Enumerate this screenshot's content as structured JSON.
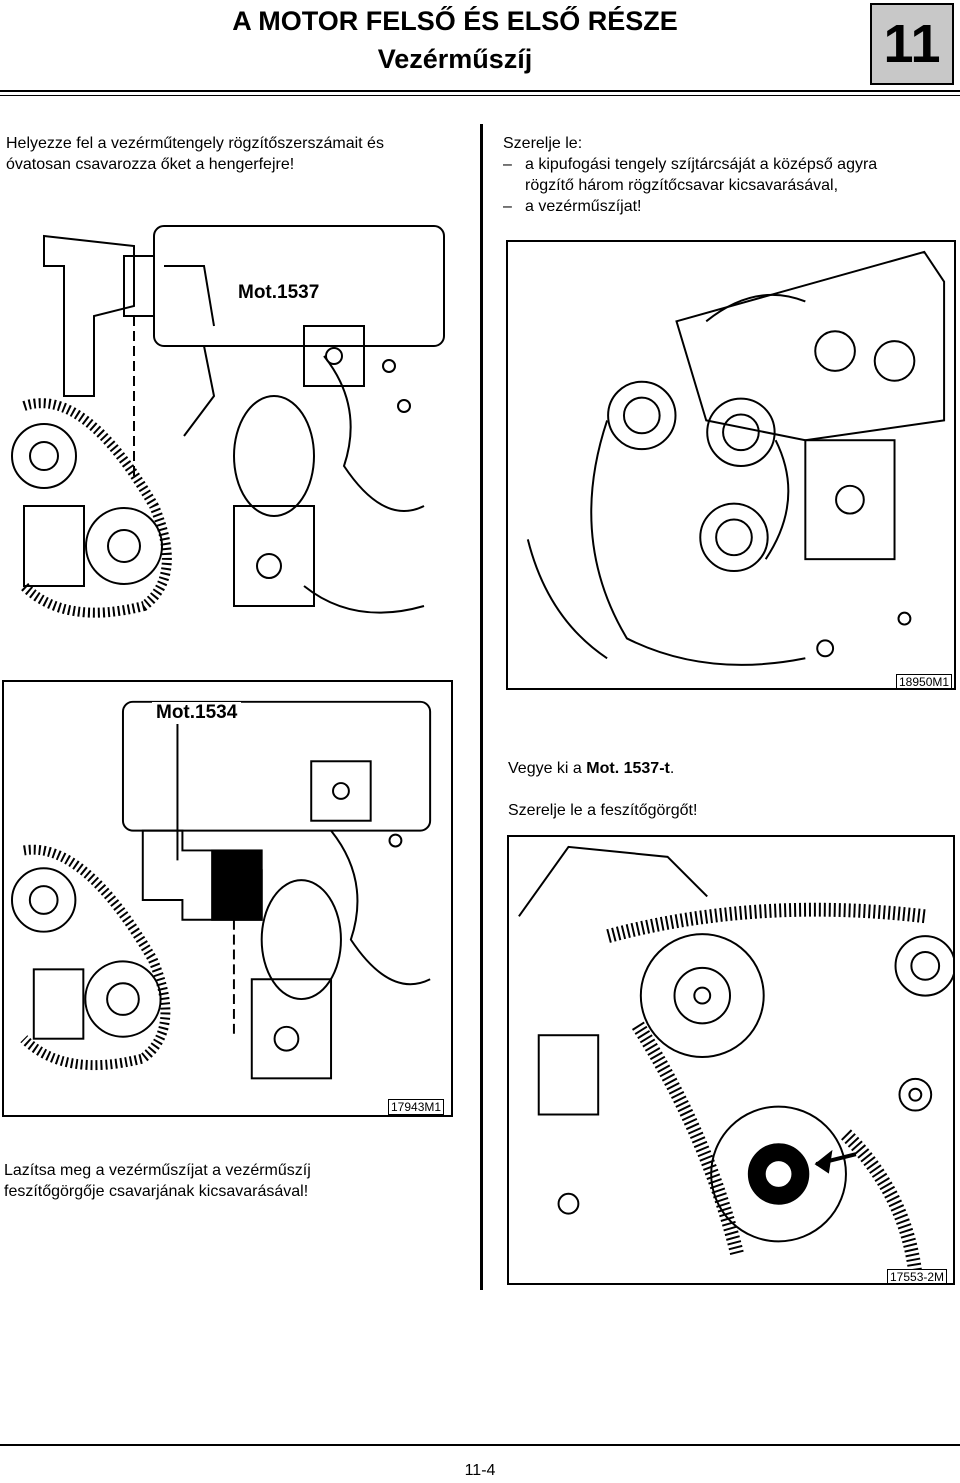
{
  "header": {
    "title": "A MOTOR FELSŐ ÉS ELSŐ RÉSZE",
    "subtitle": "Vezérműszíj",
    "chapter": "11"
  },
  "left": {
    "intro_line1": "Helyezze fel a vezérműtengely rögzítőszerszámait és",
    "intro_line2": "óvatosan csavarozza őket a hengerfejre!",
    "fig1_tool": "Mot.1537",
    "fig2_tool": "Mot.1534",
    "fig2_ref": "17943M1",
    "bottom_line1": "Lazítsa meg a vezérműszíjat a vezérműszíj",
    "bottom_line2": "feszítőgörgője csavarjának kicsavarásával!"
  },
  "right": {
    "heading": "Szerelje le:",
    "item1_dash": "–",
    "item1_line1": "a kipufogási tengely szíjtárcsáját a középső agyra",
    "item1_line2": "rögzítő három rögzítőcsavar kicsavarásával,",
    "item2_dash": "–",
    "item2": "a vezérműszíjat!",
    "fig1_ref": "18950M1",
    "step1_prefix": "Vegye ki a ",
    "step1_bold": "Mot. 1537-t",
    "step1_suffix": ".",
    "step2": "Szerelje le a feszítőgörgőt!",
    "fig2_ref": "17553-2M"
  },
  "footer": {
    "page": "11-4"
  }
}
